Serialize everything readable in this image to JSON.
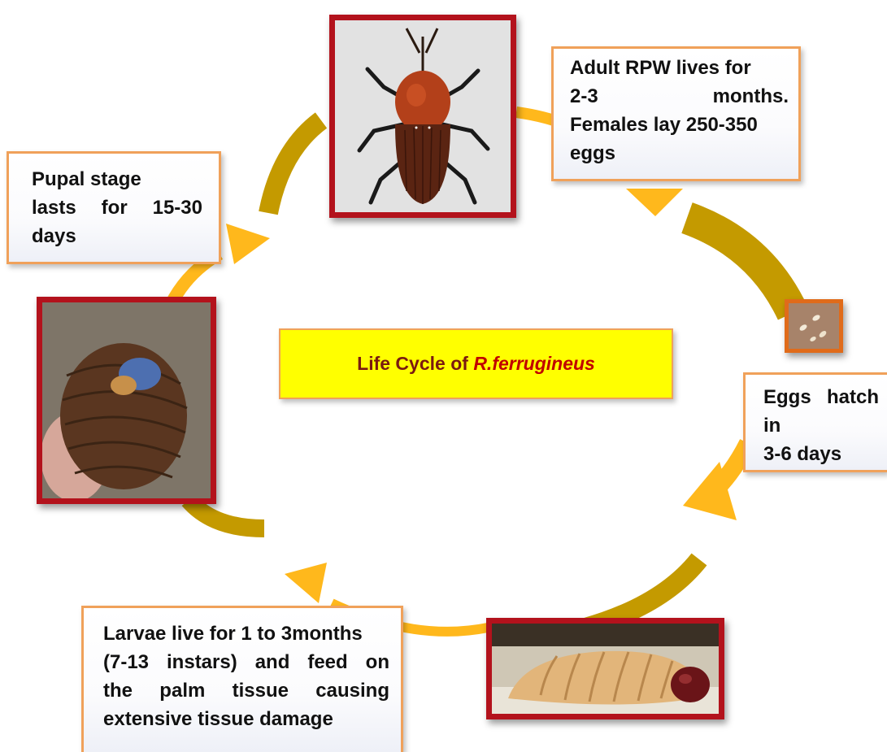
{
  "title": {
    "prefix": "Life Cycle of ",
    "species": "R.ferrugineus"
  },
  "stages": {
    "adult": {
      "lines": [
        "Adult RPW lives for",
        "2-3 months.",
        "Females lay 250-350",
        "eggs"
      ],
      "photo": "adult-weevil"
    },
    "eggs": {
      "lines": [
        "Eggs hatch",
        "in",
        "3-6 days"
      ],
      "photo": "eggs"
    },
    "larvae": {
      "lines": [
        "Larvae live for 1 to 3months",
        "(7-13 instars) and feed on",
        "the palm tissue causing",
        "extensive tissue damage"
      ],
      "photo": "larva-grub"
    },
    "pupa": {
      "lines": [
        "Pupal stage",
        "lasts for 15-30",
        "days"
      ],
      "photo": "pupal-cocoon"
    }
  },
  "colors": {
    "arrow": "#ffb81c",
    "arrow_dark": "#c49a00",
    "photo_border": "#b3121c",
    "textbox_border": "#f0a15a",
    "title_fill": "#ffff00",
    "title_text": "#7a1a10",
    "species_text": "#c00000"
  }
}
